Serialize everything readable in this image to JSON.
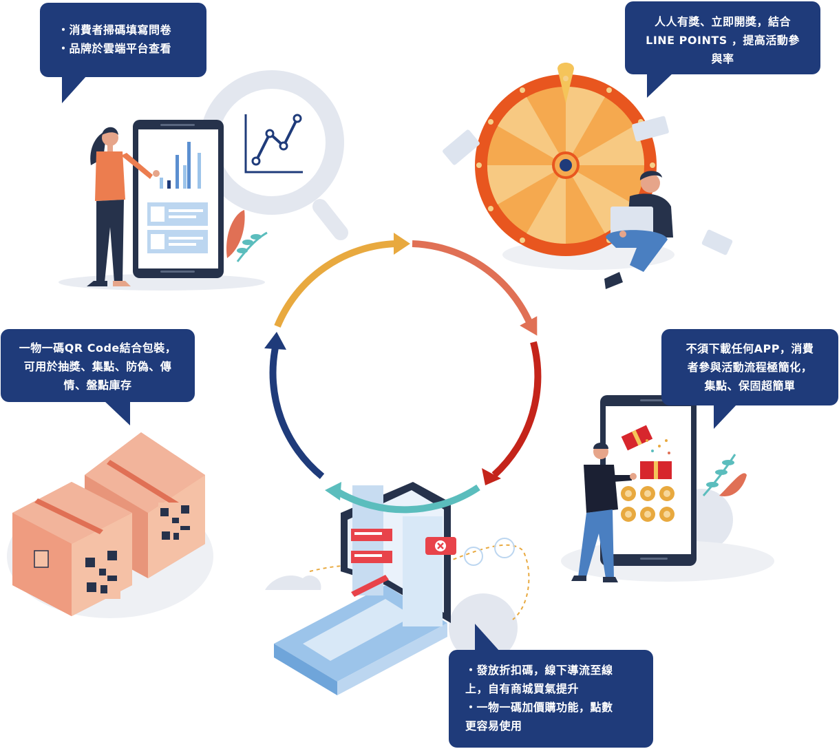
{
  "colors": {
    "bubble": "#1f3b7a",
    "arrow_orange": "#e8a93f",
    "arrow_salmon": "#e07055",
    "arrow_red": "#c4241a",
    "arrow_teal": "#5bbdbd",
    "arrow_navy": "#1f3b7a"
  },
  "bubbles": {
    "survey": [
      "・消費者掃碼填寫問卷",
      "・品牌於雲端平台查看"
    ],
    "lottery": [
      "人人有獎、立即開獎，結合",
      "LINE POINTS ，提高活動參",
      "與率"
    ],
    "packaging": [
      "一物一碼QR Code結合包裝，",
      "可用於抽獎、集點、防偽、傳",
      "情、盤點庫存"
    ],
    "noapp": [
      "不須下載任何APP，消費",
      "者參與活動流程極簡化，",
      "集點、保固超簡單"
    ],
    "coupon": [
      "・發放折扣碼，線下導流至線",
      "上，自有商城買氣提升",
      "・一物一碼加價購功能，點數",
      "更容易使用"
    ]
  },
  "icons": [
    "magnifier-chart-icon",
    "prize-wheel-icon",
    "qr-box-icon",
    "gift-phone-icon",
    "laptop-coupon-icon",
    "cycle-arrows-icon"
  ]
}
